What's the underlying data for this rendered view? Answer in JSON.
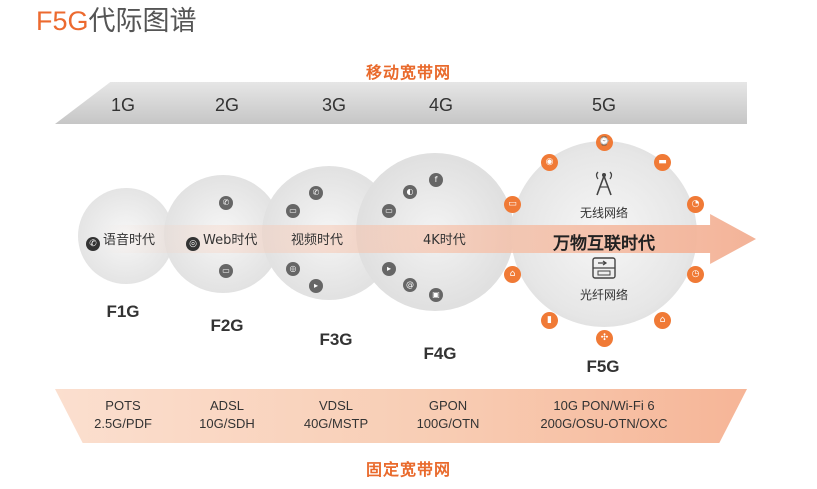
{
  "title": {
    "accent": "F5G",
    "rest": "代际图谱"
  },
  "mobile_label": "移动宽带网",
  "fixed_label": "固定宽带网",
  "mobile_generations": [
    "1G",
    "2G",
    "3G",
    "4G",
    "5G"
  ],
  "eras": [
    "语音时代",
    "Web时代",
    "视频时代",
    "4K时代"
  ],
  "center": {
    "main": "万物互联时代",
    "wireless": "无线网络",
    "fiber": "光纤网络"
  },
  "fixed_generations": [
    "F1G",
    "F2G",
    "F3G",
    "F4G",
    "F5G"
  ],
  "technologies": [
    {
      "line1": "POTS",
      "line2": "2.5G/PDF"
    },
    {
      "line1": "ADSL",
      "line2": "10G/SDH"
    },
    {
      "line1": "VDSL",
      "line2": "40G/MSTP"
    },
    {
      "line1": "GPON",
      "line2": "100G/OTN"
    },
    {
      "line1": "10G PON/Wi-Fi 6",
      "line2": "200G/OSU-OTN/OXC"
    }
  ],
  "colors": {
    "accent": "#ec6a2f",
    "band_gray": "#d2d2d2",
    "band_orange": "#f8cdb4"
  }
}
